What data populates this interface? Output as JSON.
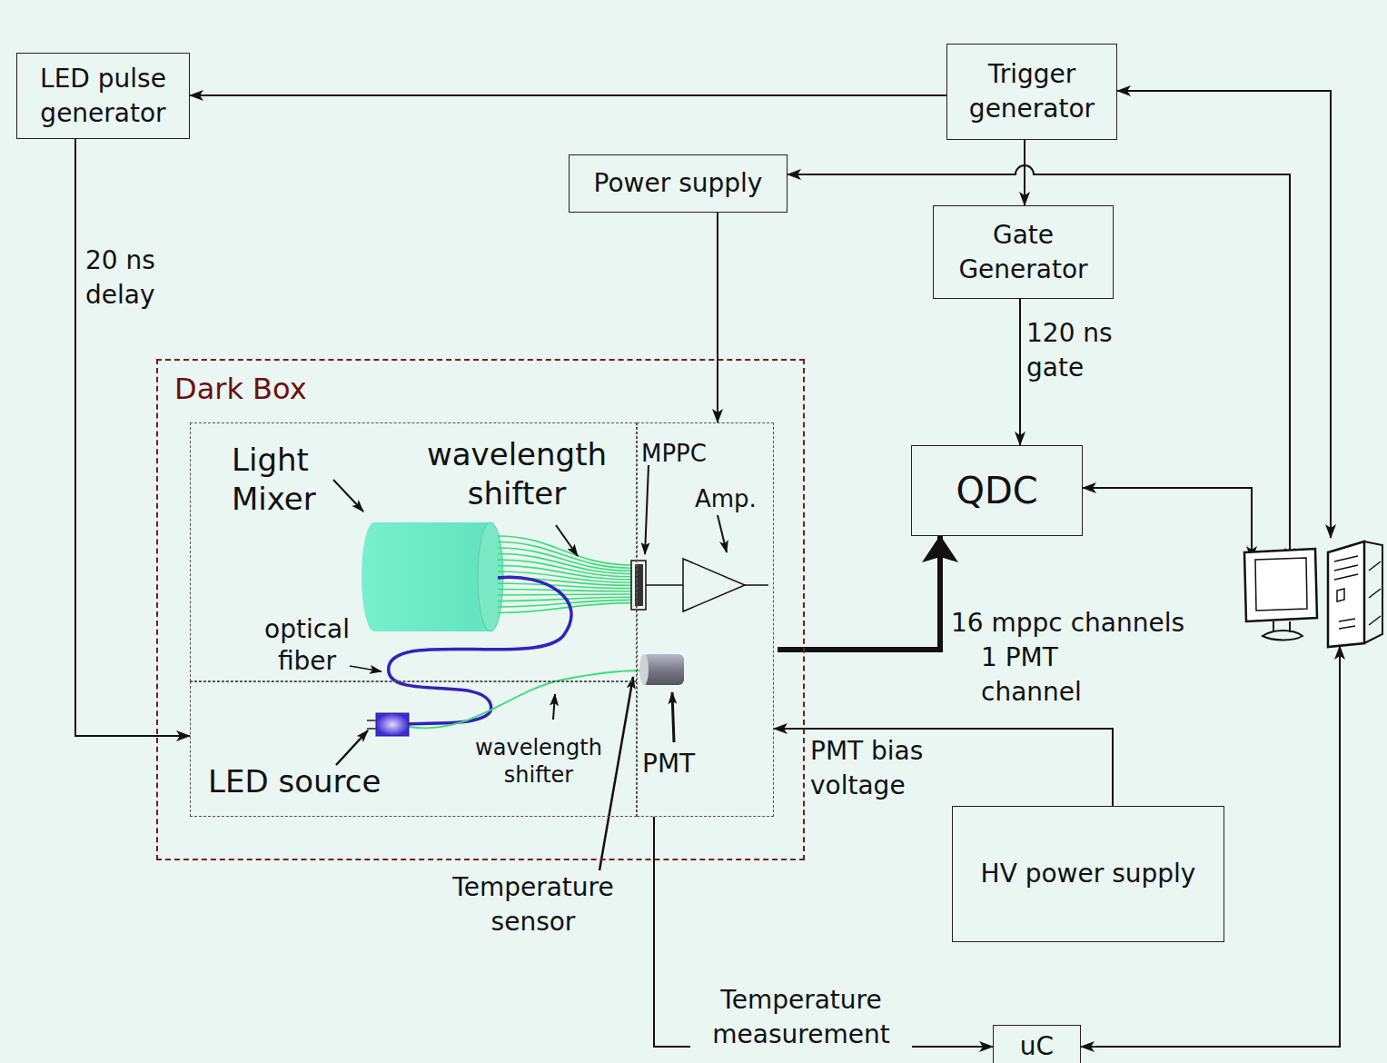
{
  "diagram": {
    "nodes": [
      {
        "text": [
          "LED pulse generator"
        ]
      },
      {
        "text": [
          "Trigger generator"
        ]
      },
      {
        "text": [
          "Power supply"
        ]
      },
      {
        "text": [
          "Gate Generator"
        ]
      },
      {
        "text": [
          "Dark Box"
        ]
      },
      {
        "text": [
          "Light Mixer",
          "wavelength shifter",
          "optical fiber"
        ],
        "in": 4
      },
      {
        "text": [
          "LED source",
          "wavelength shifter"
        ],
        "in": 4
      },
      {
        "text": [
          "MPPC",
          "Amp.",
          "PMT"
        ],
        "in": 4
      },
      {
        "text": [
          "QDC"
        ]
      },
      {
        "text": [
          "HV power supply"
        ]
      },
      {
        "text": []
      },
      {
        "text": [
          "uC"
        ]
      }
    ],
    "edges": [
      {
        "from": 1,
        "to": 0,
        "arrow": "to"
      },
      {
        "from": 0,
        "to": 6,
        "arrow": "to",
        "label": "20 ns delay"
      },
      {
        "from": 1,
        "to": 3,
        "arrow": "to"
      },
      {
        "from": 3,
        "to": 8,
        "arrow": "to",
        "label": "120 ns gate"
      },
      {
        "from": 2,
        "to": 7,
        "arrow": "to"
      },
      {
        "from": 7,
        "to": 8,
        "arrow": "to",
        "label": "16 mppc channels"
      },
      {
        "from": 9,
        "to": 7,
        "arrow": "to",
        "label": "PMT bias voltage"
      },
      {
        "from": 7,
        "to": 11,
        "arrow": "to",
        "label": "Temperature measurement"
      },
      {
        "from": 10,
        "to": 1,
        "arrow": "both"
      },
      {
        "from": 10,
        "to": 2,
        "arrow": "both"
      },
      {
        "from": 10,
        "to": 8,
        "arrow": "both"
      },
      {
        "from": 10,
        "to": 11,
        "arrow": "both"
      }
    ],
    "labels": [
      "1 PMT channel",
      "Temperature sensor"
    ]
  }
}
